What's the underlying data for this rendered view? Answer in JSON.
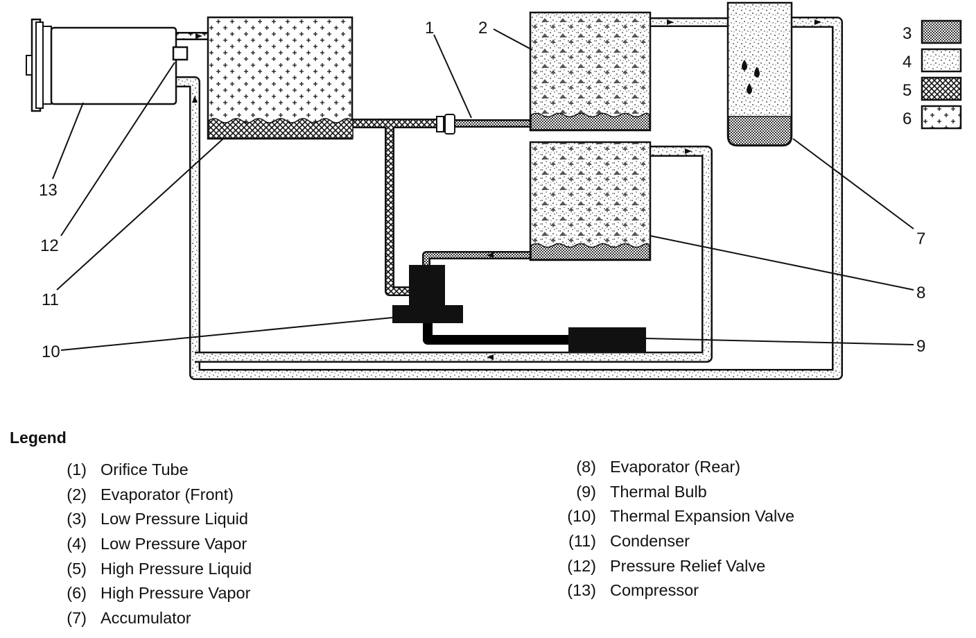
{
  "callouts": [
    "1",
    "2",
    "3",
    "4",
    "5",
    "6",
    "7",
    "8",
    "9",
    "10",
    "11",
    "12",
    "13"
  ],
  "legend": {
    "title": "Legend",
    "left": [
      {
        "num": "(1)",
        "label": "Orifice Tube"
      },
      {
        "num": "(2)",
        "label": "Evaporator (Front)"
      },
      {
        "num": "(3)",
        "label": "Low Pressure Liquid"
      },
      {
        "num": "(4)",
        "label": "Low Pressure Vapor"
      },
      {
        "num": "(5)",
        "label": "High Pressure Liquid"
      },
      {
        "num": "(6)",
        "label": "High Pressure Vapor"
      },
      {
        "num": "(7)",
        "label": "Accumulator"
      }
    ],
    "right": [
      {
        "num": "(8)",
        "label": "Evaporator (Rear)"
      },
      {
        "num": "(9)",
        "label": "Thermal Bulb"
      },
      {
        "num": "(10)",
        "label": "Thermal Expansion Valve"
      },
      {
        "num": "(11)",
        "label": "Condenser"
      },
      {
        "num": "(12)",
        "label": "Pressure Relief Valve"
      },
      {
        "num": "(13)",
        "label": "Compressor"
      }
    ]
  }
}
